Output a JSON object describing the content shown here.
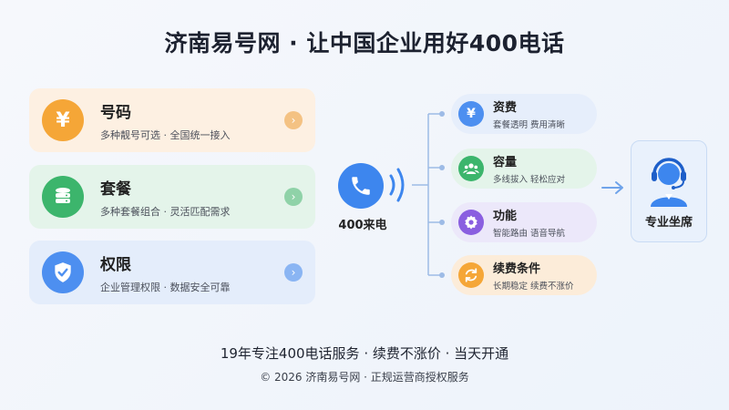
{
  "title": "济南易号网 · 让中国企业用好400电话",
  "cards": [
    {
      "icon": "yen-icon",
      "symbol": "¥",
      "name": "号码",
      "desc": "多种靓号可选 · 全国统一接入"
    },
    {
      "icon": "database-icon",
      "name": "套餐",
      "desc": "多种套餐组合 · 灵活匹配需求"
    },
    {
      "icon": "shield-check-icon",
      "name": "权限",
      "desc": "企业管理权限 · 数据安全可靠"
    }
  ],
  "center": {
    "label": "400来电"
  },
  "features": [
    {
      "icon": "yen-icon",
      "symbol": "¥",
      "name": "资费",
      "desc": "套餐透明  费用清晰"
    },
    {
      "icon": "group-icon",
      "name": "容量",
      "desc": "多线拔入  轻松应对"
    },
    {
      "icon": "settings-icon",
      "name": "功能",
      "desc": "智能路由  语音导航"
    },
    {
      "icon": "refresh-icon",
      "name": "续费条件",
      "desc": "长期稳定  续费不涨价"
    }
  ],
  "agent": {
    "label": "专业坐席",
    "icon": "headset-agent-icon"
  },
  "footer": {
    "line1": "19年专注400电话服务 · 续费不涨价 · 当天开通",
    "line2": "© 2026 济南易号网 · 正规运营商授权服务"
  }
}
